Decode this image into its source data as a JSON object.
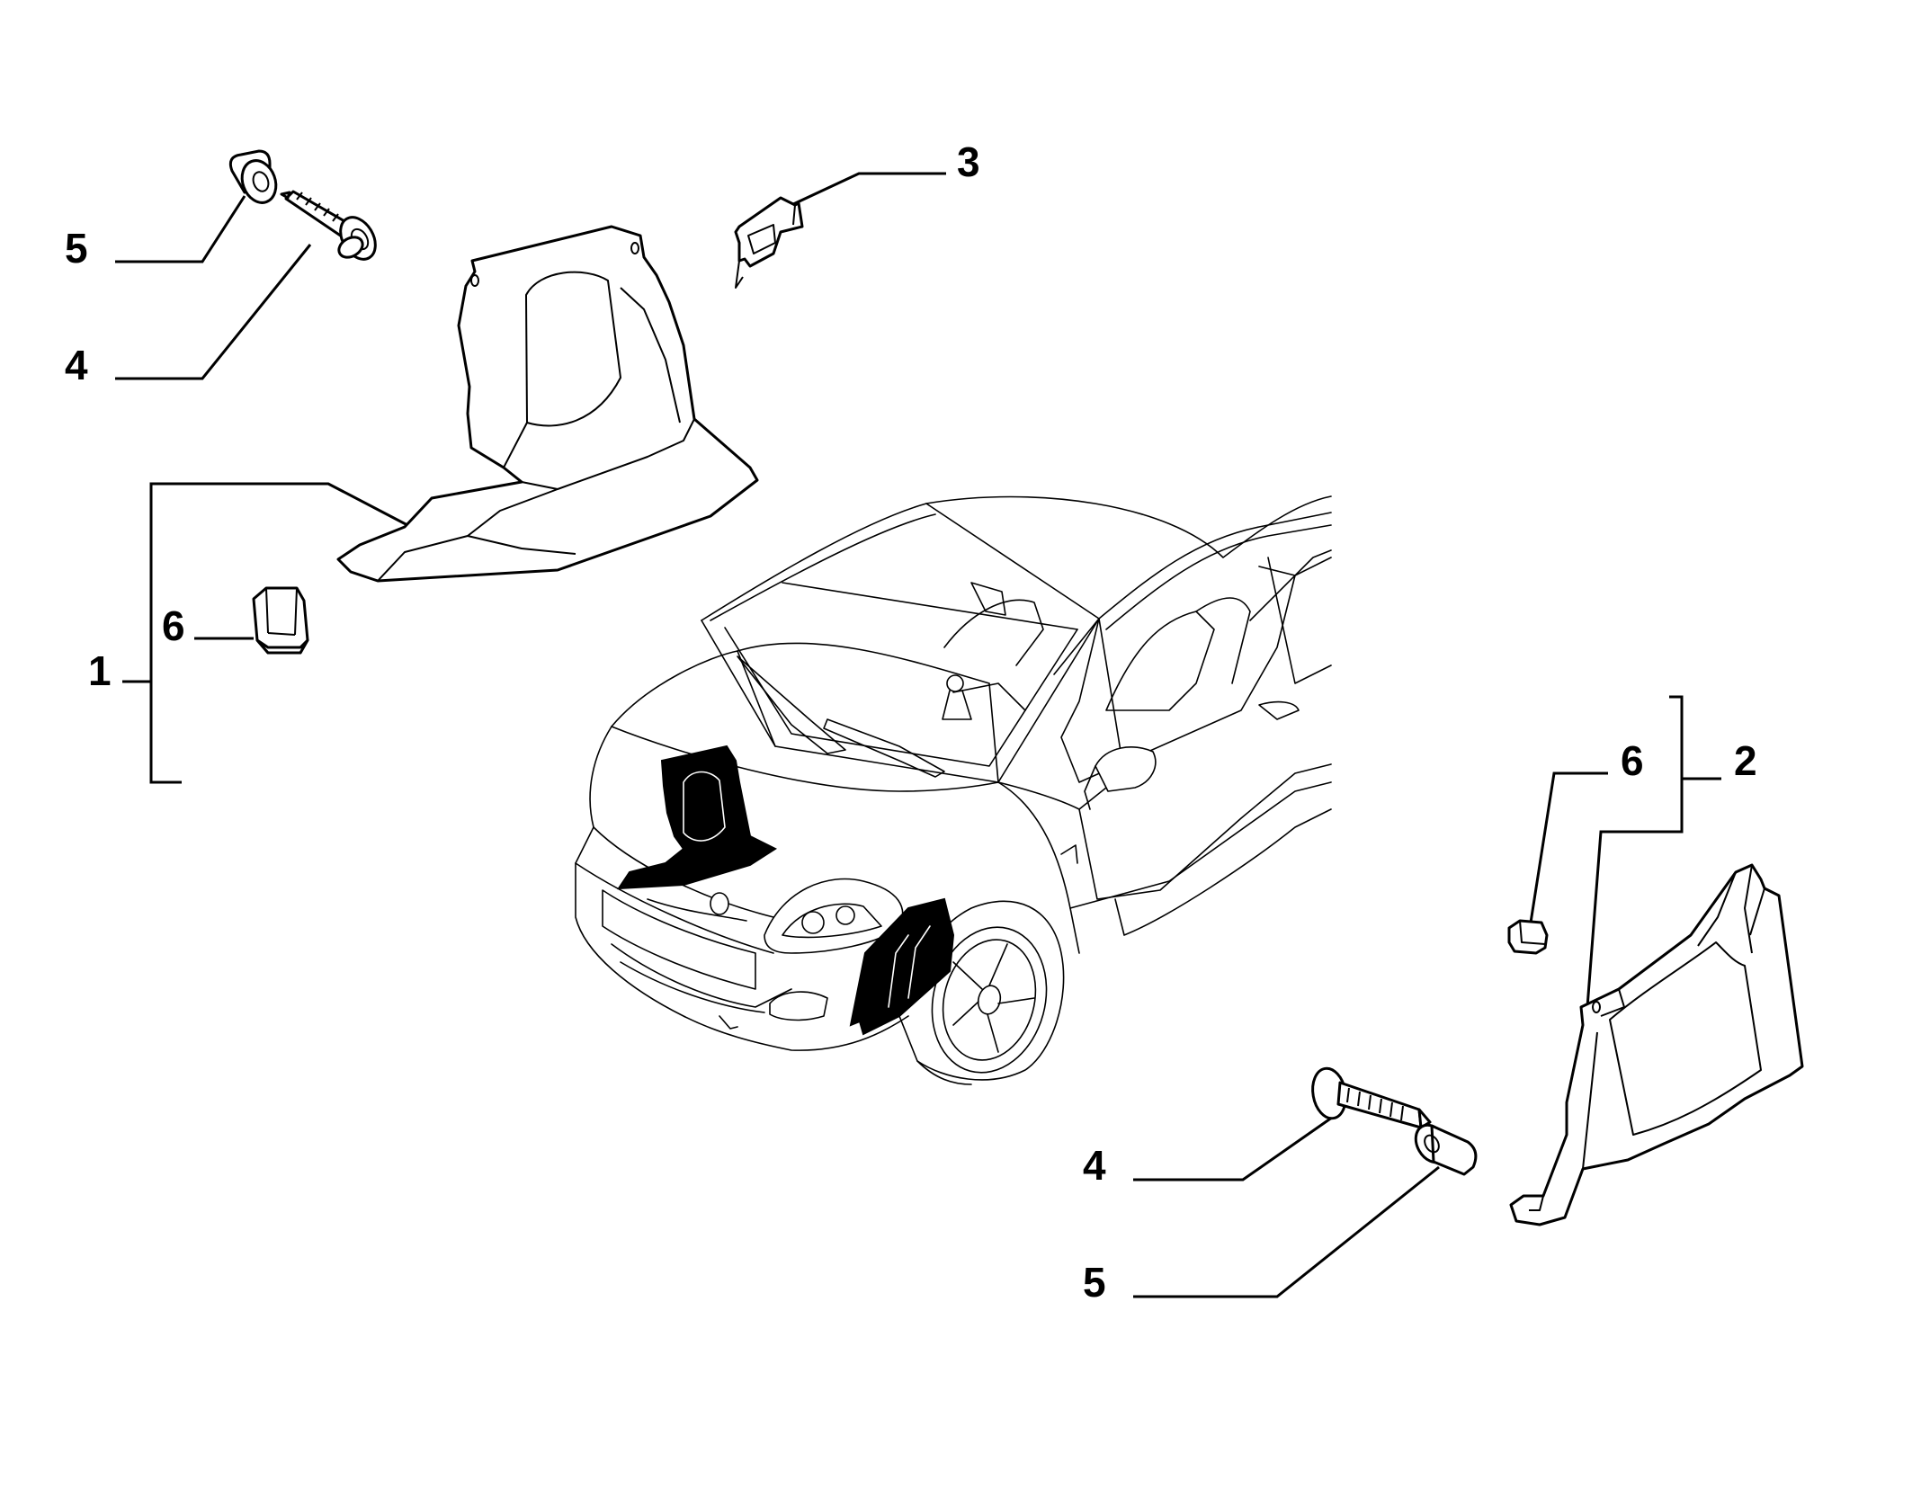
{
  "callouts": {
    "left_5": "5",
    "left_4": "4",
    "left_1": "1",
    "left_6": "6",
    "top_3": "3",
    "right_6": "6",
    "right_2": "2",
    "bottom_4": "4",
    "bottom_5": "5"
  },
  "colors": {
    "line": "#000000",
    "background": "#ffffff",
    "highlight": "#000000"
  }
}
